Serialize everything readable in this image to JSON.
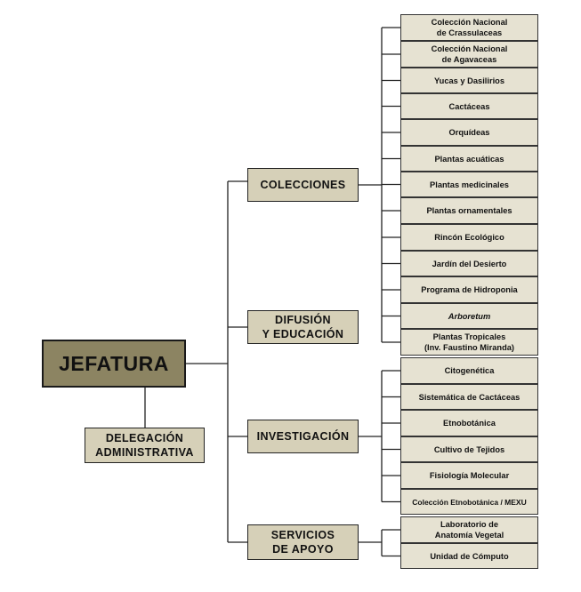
{
  "root": {
    "label": "JEFATURA"
  },
  "delegation": {
    "label": "DELEGACIÓN\nADMINISTRATIVA"
  },
  "departments": [
    {
      "label": "COLECCIONES",
      "units": [
        "Colección Nacional\nde Crassulaceas",
        "Colección Nacional\nde Agavaceas",
        "Yucas y Dasilirios",
        "Cactáceas",
        "Orquídeas",
        "Plantas acuáticas",
        "Plantas medicinales",
        "Plantas ornamentales",
        "Rincón Ecológico",
        "Jardín del Desierto",
        "Programa de Hidroponia",
        "Arboretum",
        "Plantas Tropicales\n(Inv. Faustino Miranda)"
      ]
    },
    {
      "label": "DIFUSIÓN\nY EDUCACIÓN",
      "units": []
    },
    {
      "label": "INVESTIGACIÓN",
      "units": [
        "Citogenética",
        "Sistemática de Cactáceas",
        "Etnobotánica",
        "Cultivo de Tejidos",
        "Fisiología Molecular",
        "Colección Etnobotánica / MEXU"
      ]
    },
    {
      "label": "SERVICIOS\nDE APOYO",
      "units": [
        "Laboratorio de\nAnatomía Vegetal",
        "Unidad de Cómputo"
      ]
    }
  ]
}
